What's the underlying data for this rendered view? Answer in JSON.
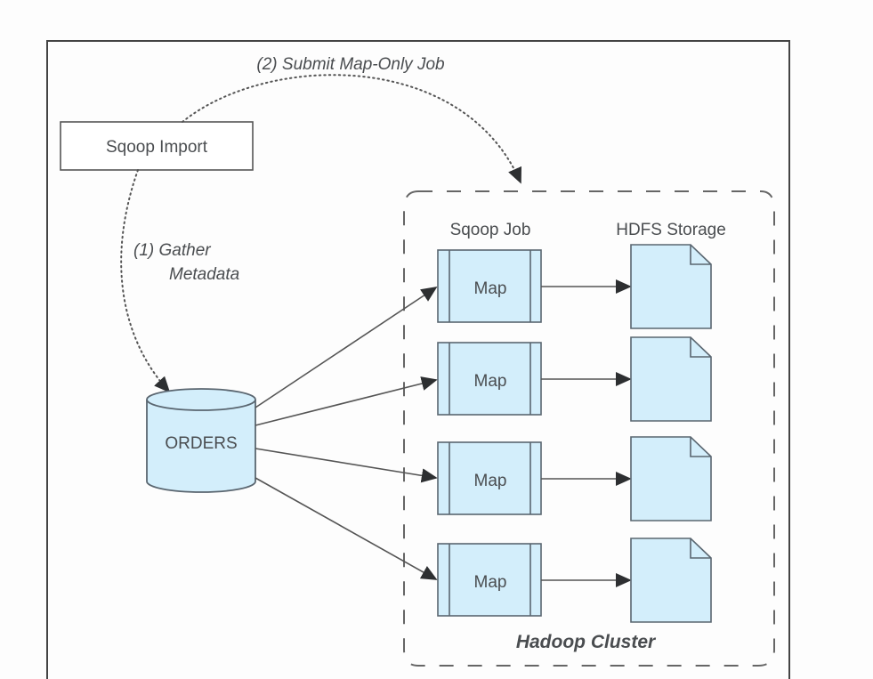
{
  "diagram": {
    "source_box": {
      "label": "Sqoop Import"
    },
    "step1": {
      "line1": "(1) Gather",
      "line2": "Metadata"
    },
    "step2": {
      "label": "(2) Submit Map-Only Job"
    },
    "database": {
      "label": "ORDERS"
    },
    "cluster": {
      "title": "Hadoop Cluster",
      "col_job_header": "Sqoop Job",
      "col_storage_header": "HDFS Storage",
      "maps": [
        {
          "label": "Map"
        },
        {
          "label": "Map"
        },
        {
          "label": "Map"
        },
        {
          "label": "Map"
        }
      ]
    },
    "colors": {
      "fill": "#d3eefb",
      "stroke": "#5a6670",
      "text": "#4a4d50"
    }
  }
}
